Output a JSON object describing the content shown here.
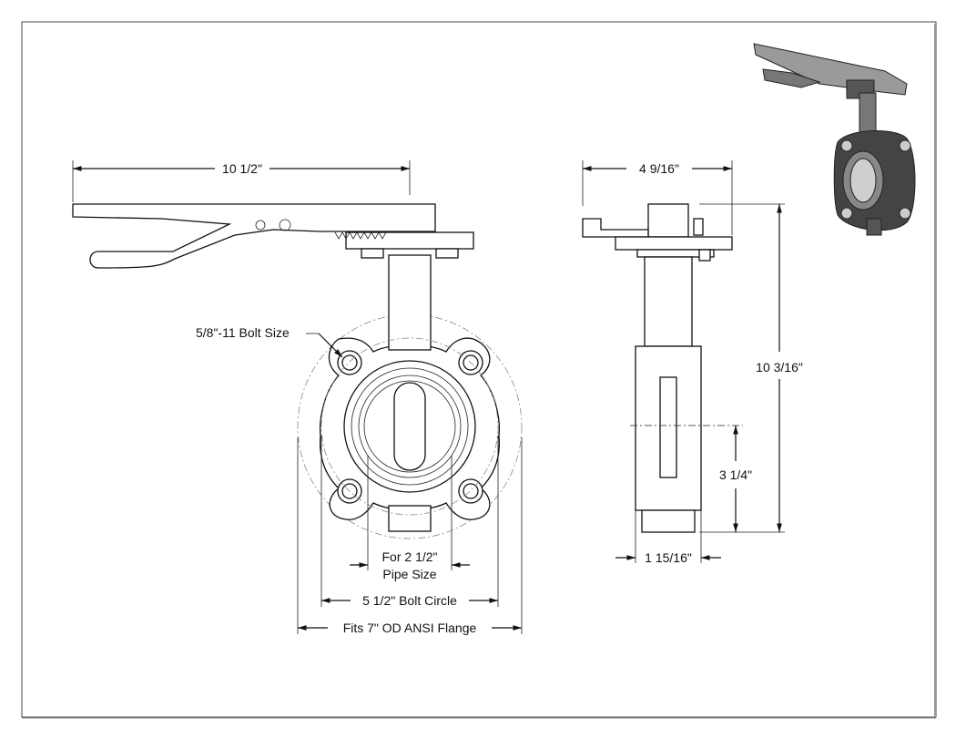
{
  "dimensions": {
    "handle_length": "10 1/2\"",
    "side_width": "4 9/16\"",
    "overall_height": "10 3/16\"",
    "lower_height": "3 1/4\"",
    "body_thickness": "1 15/16\"",
    "bolt_size": "5/8\"-11 Bolt Size",
    "pipe_size_line1": "For 2 1/2\"",
    "pipe_size_line2": "Pipe Size",
    "bolt_circle": "5 1/2\" Bolt Circle",
    "flange_fit": "Fits 7\" OD ANSI Flange"
  },
  "colors": {
    "line": "#111111",
    "body_iso": "#555555"
  }
}
